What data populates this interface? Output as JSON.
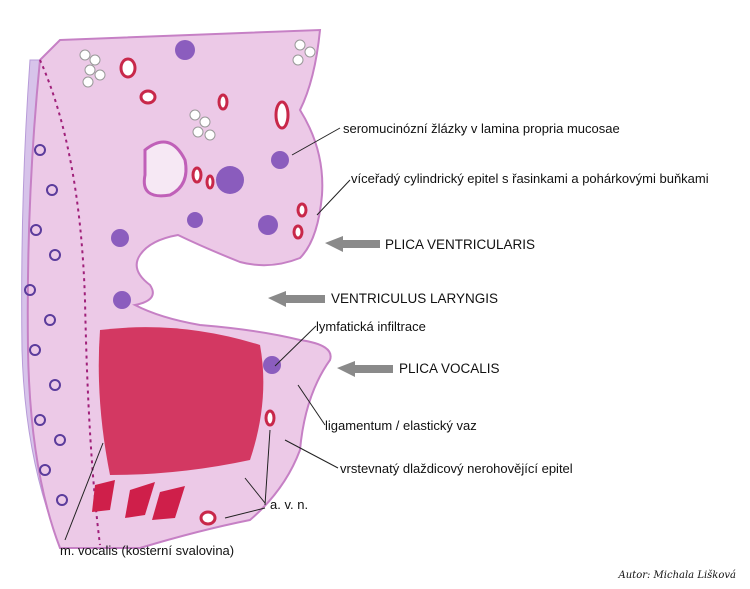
{
  "labels": {
    "glands": "seromucinózní žlázky v lamina propria mucosae",
    "epithelium_resp": "víceřadý cylindrický epitel s řasinkami a pohárkovými buňkami",
    "plica_ventricularis": "PLICA VENTRICULARIS",
    "ventriculus": "VENTRICULUS LARYNGIS",
    "lymph": "lymfatická infiltrace",
    "plica_vocalis": "PLICA VOCALIS",
    "ligament": "ligamentum / elastický vaz",
    "epithelium_squam": "vrstevnatý dlaždicový nerohovějící epitel",
    "avn": "a. v. n.",
    "muscle": "m. vocalis (kosterní svalovina)"
  },
  "author": "Autor: Michala Lišková",
  "colors": {
    "tissue": "#e9c7e6",
    "tissue_dark": "#d9a6d6",
    "cartilage": "#d7c3ea",
    "chondrocyte": "#5b3c9c",
    "muscle": "#cf1f4a",
    "lymph": "#6a3aa8",
    "arrow": "#8a8a8a",
    "leader": "#222222"
  }
}
